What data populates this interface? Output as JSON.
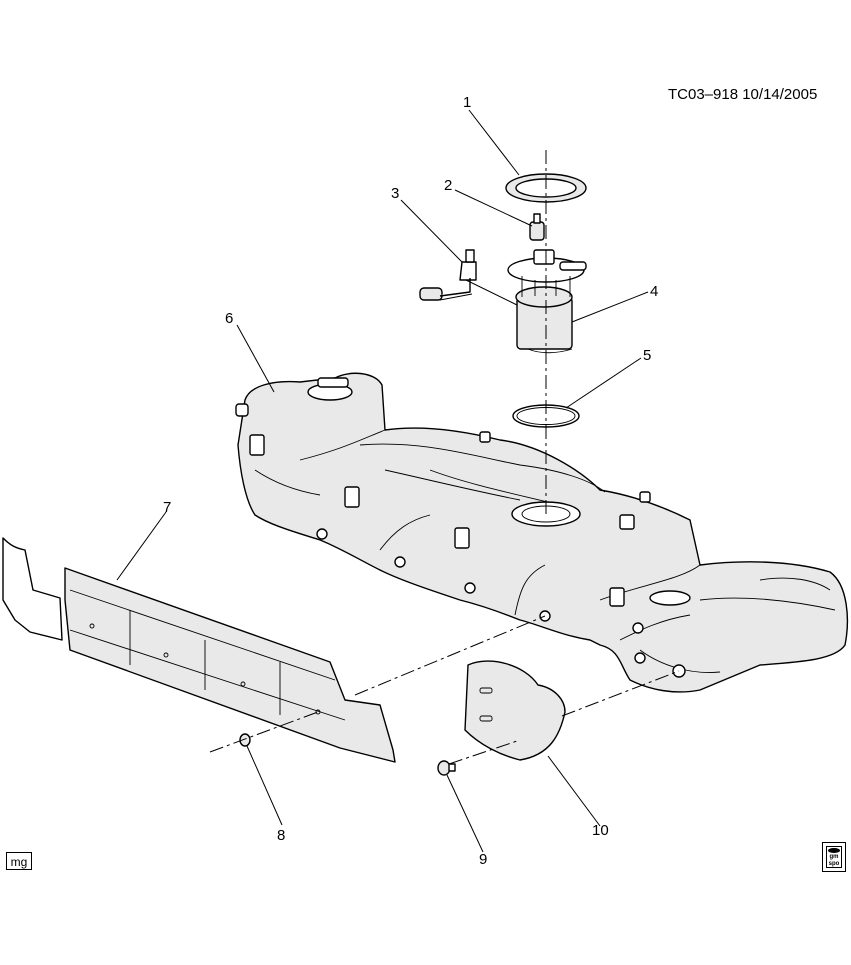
{
  "document_id": "TC03–918  10/14/2005",
  "callouts": [
    {
      "number": "1"
    },
    {
      "number": "2"
    },
    {
      "number": "3"
    },
    {
      "number": "4"
    },
    {
      "number": "5"
    },
    {
      "number": "6"
    },
    {
      "number": "7"
    },
    {
      "number": "8"
    },
    {
      "number": "9"
    },
    {
      "number": "10"
    }
  ],
  "badges": {
    "left": "mg",
    "right_top": "gm",
    "right_bottom": "spo"
  }
}
